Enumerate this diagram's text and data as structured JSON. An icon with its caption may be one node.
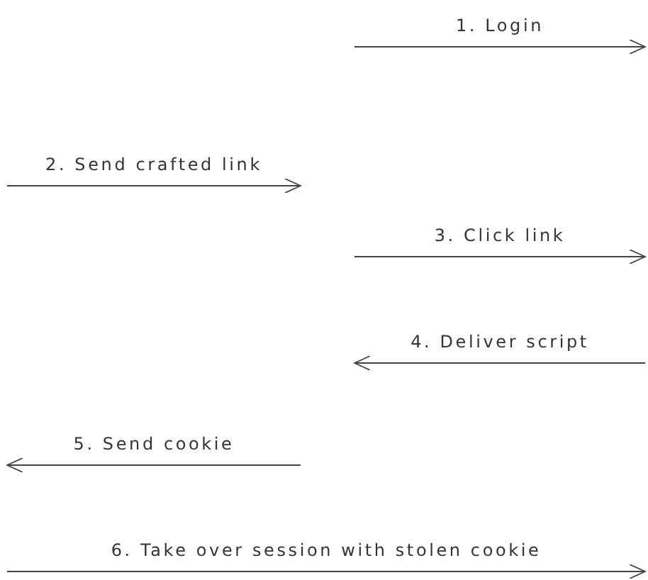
{
  "diagram": {
    "labels": [
      "1. Login",
      "2. Send crafted link",
      "3. Click link",
      "4. Deliver script",
      "5. Send cookie",
      "6. Take over session with stolen cookie"
    ]
  }
}
